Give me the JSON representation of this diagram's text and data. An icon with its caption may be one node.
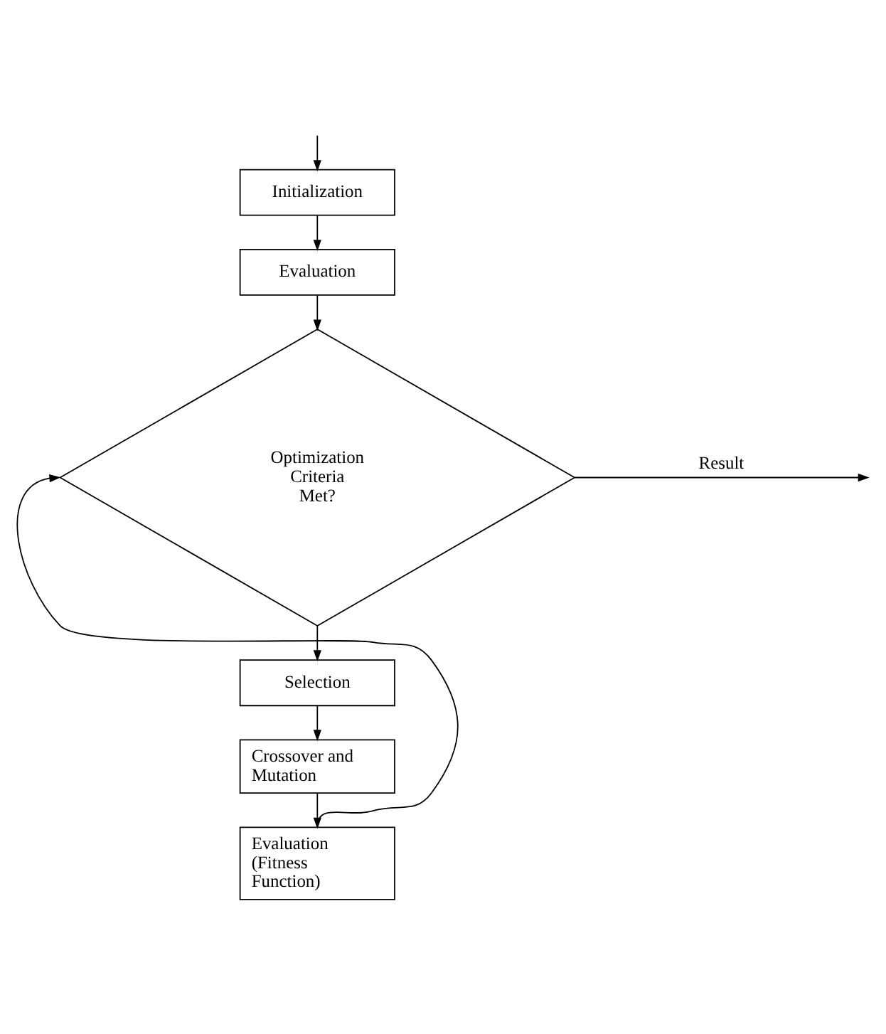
{
  "diagram": {
    "nodes": [
      {
        "text": [
          "Initialization"
        ]
      },
      {
        "text": [
          "Evaluation"
        ]
      },
      {
        "text": [
          "Optimization Criteria Met?"
        ]
      },
      {
        "text": [
          "Selection"
        ]
      },
      {
        "text": [
          "Crossover and Mutation"
        ]
      },
      {
        "text": [
          "Evaluation (Fitness Function)"
        ]
      }
    ],
    "edges": [
      {
        "from": null,
        "to": 0,
        "arrow": "to"
      },
      {
        "from": 0,
        "to": 1,
        "arrow": "to"
      },
      {
        "from": 1,
        "to": 2,
        "arrow": "to"
      },
      {
        "from": 2,
        "to": 3,
        "arrow": "to"
      },
      {
        "from": 3,
        "to": 4,
        "arrow": "to"
      },
      {
        "from": 4,
        "to": 5,
        "arrow": "to"
      },
      {
        "from": 5,
        "to": 2,
        "arrow": "to"
      },
      {
        "from": 2,
        "to": null,
        "arrow": "to",
        "label": "Result"
      }
    ]
  }
}
